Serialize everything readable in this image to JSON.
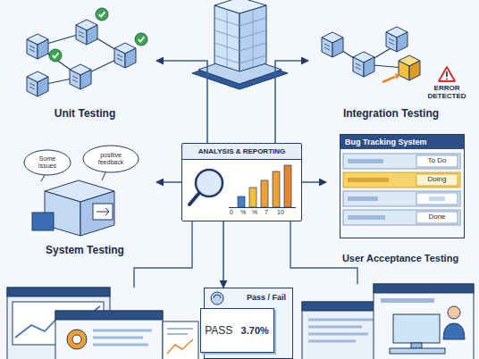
{
  "diagram": {
    "nodes": [
      {
        "text": [
          "Unit Testing"
        ]
      },
      {
        "text": [
          "Integration Testing"
        ]
      },
      {
        "text": [
          "ANALYSIS & REPORTING"
        ]
      },
      {
        "text": [
          "System Testing"
        ]
      },
      {
        "text": [
          "User Acceptance Testing"
        ]
      },
      {
        "text": [
          "Bug Tracking System"
        ],
        "in": 4
      },
      {
        "text": [
          "Pass / Fail"
        ]
      },
      {
        "text": [
          "PASS",
          "3.70%"
        ],
        "in": 6
      }
    ],
    "edges": [
      {
        "from": 2,
        "to": 0,
        "arrow": "to"
      },
      {
        "from": 2,
        "to": 1,
        "arrow": "to"
      },
      {
        "from": 2,
        "to": 3,
        "arrow": "to"
      },
      {
        "from": 2,
        "to": 4,
        "arrow": "to"
      },
      {
        "from": 2,
        "to": 6,
        "arrow": "to"
      }
    ],
    "labels": [
      "ERROR DETECTED",
      "Some issues",
      "positive feedback",
      "To Do",
      "Doing",
      "Done",
      "0",
      "%",
      "%",
      "7",
      "10"
    ]
  }
}
